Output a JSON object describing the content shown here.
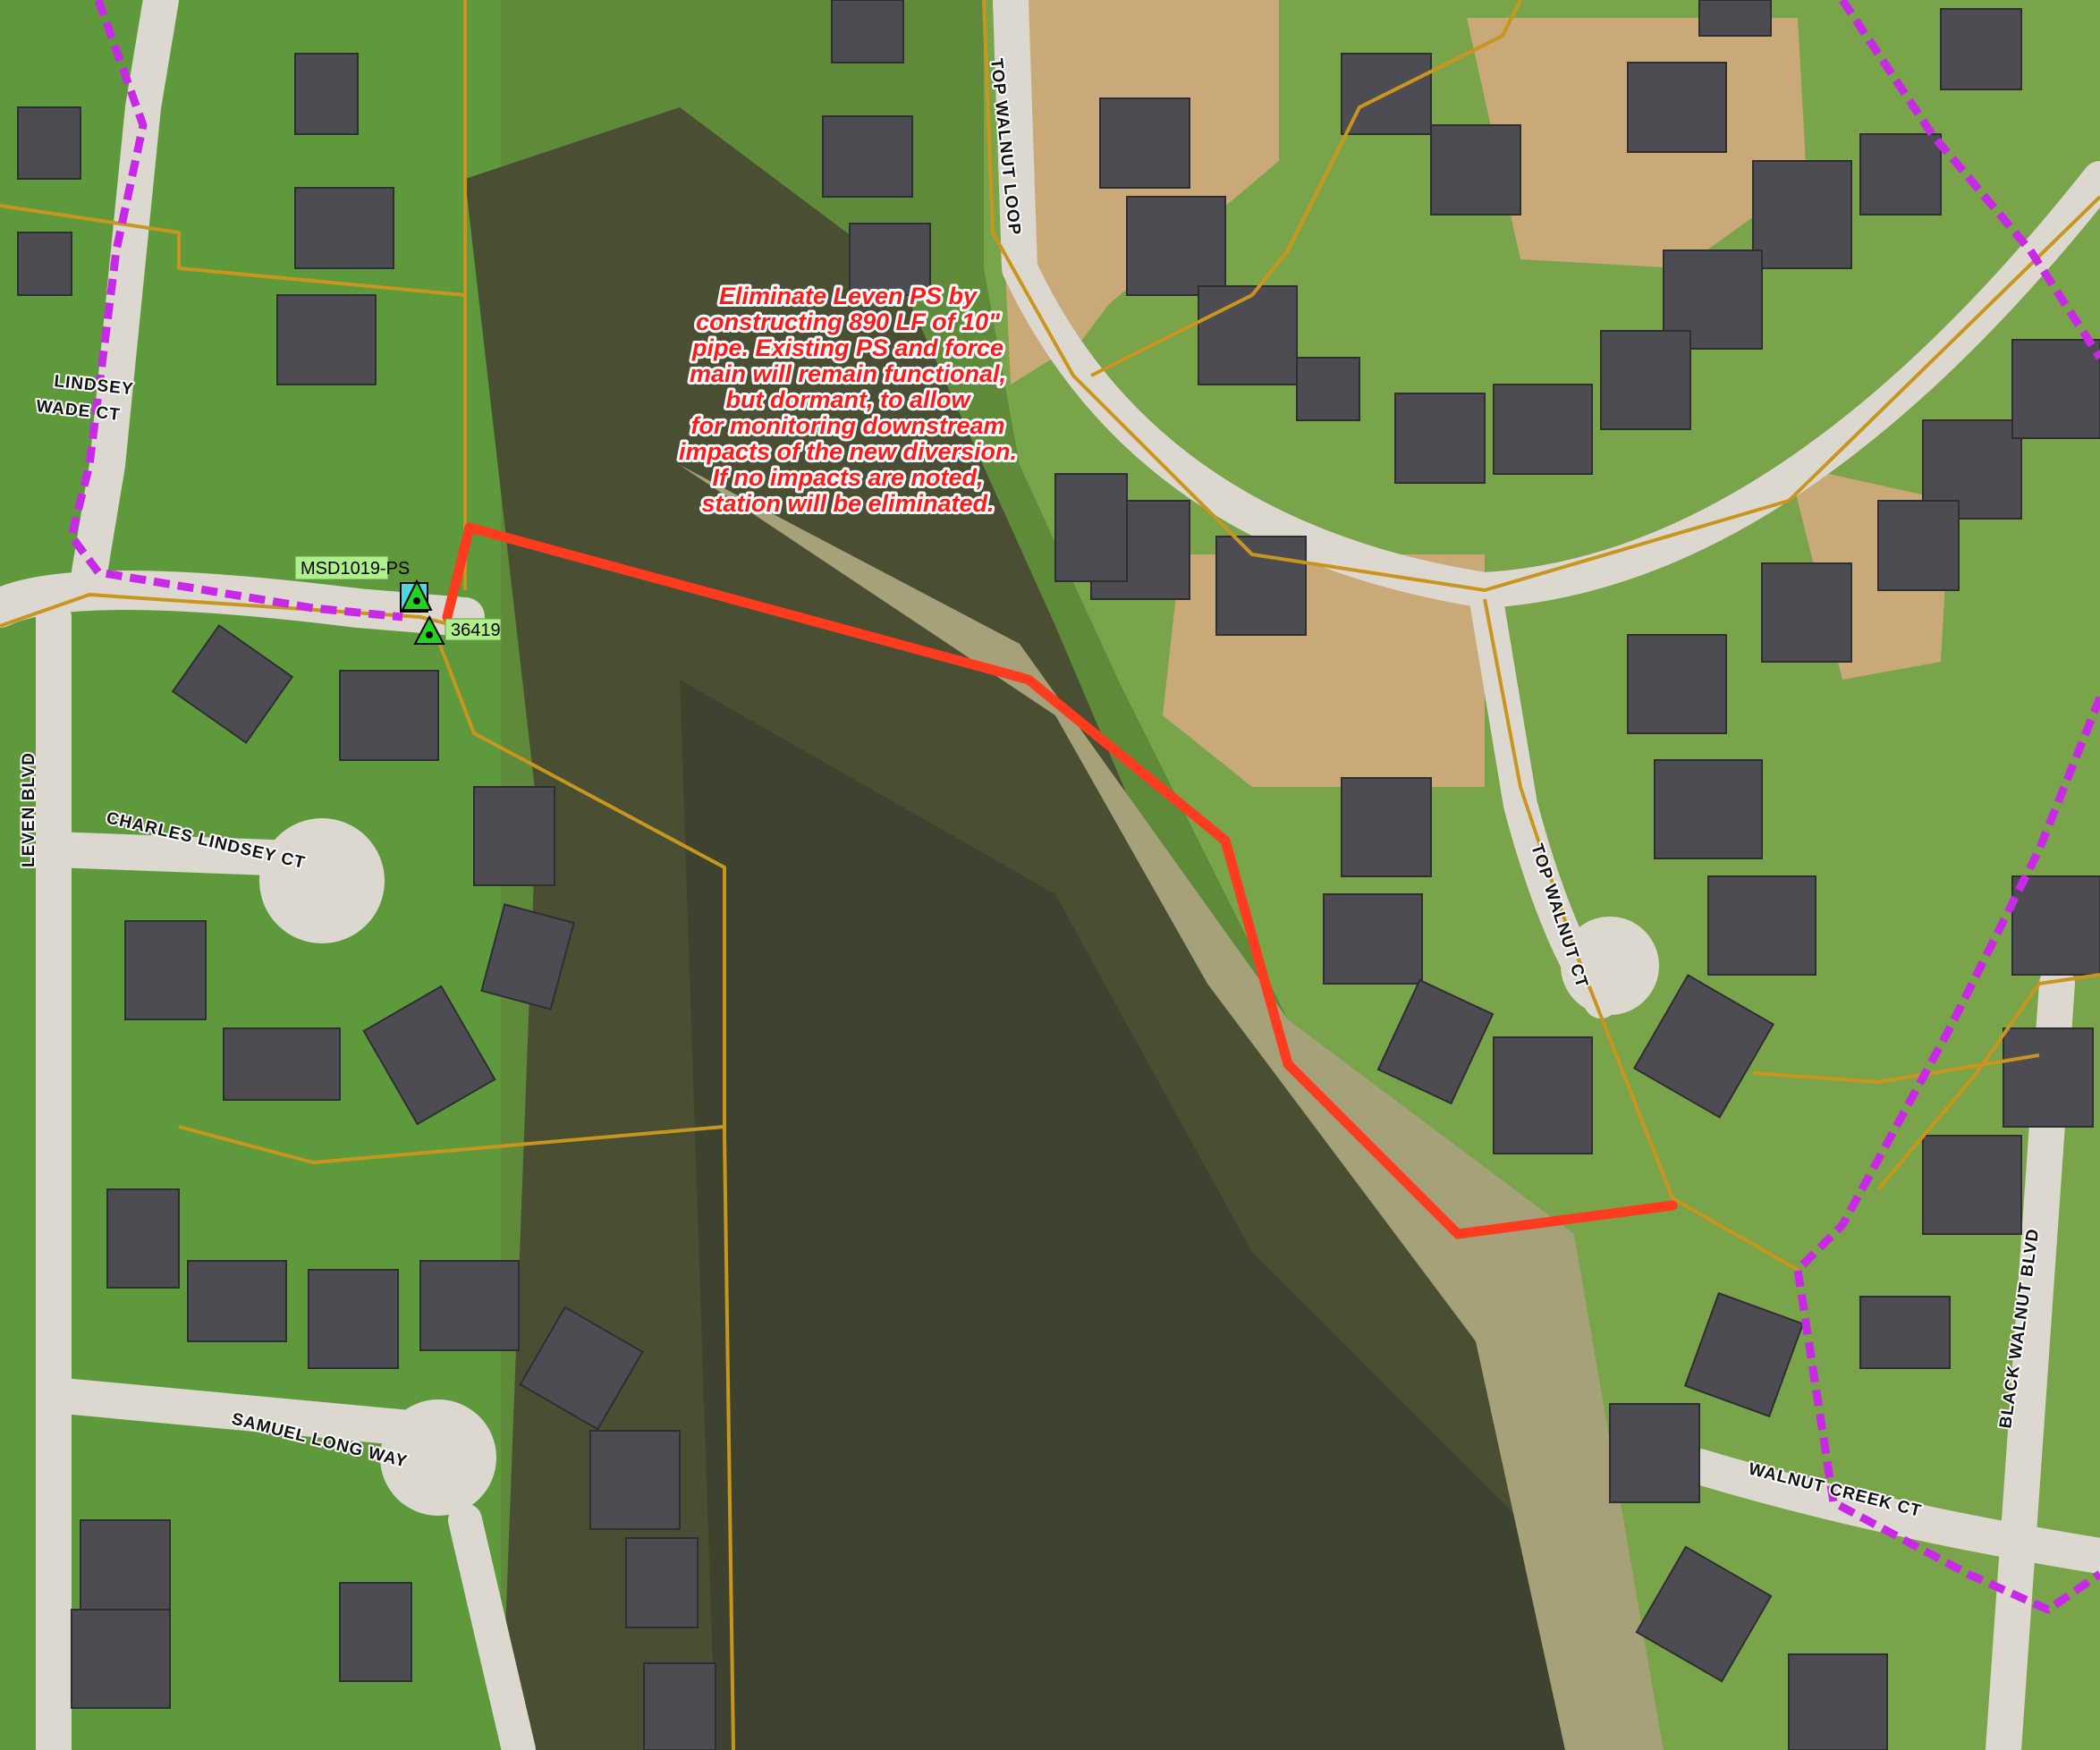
{
  "annotation": {
    "lines": [
      "Eliminate Leven PS by",
      "constructing 890 LF of 10\"",
      "pipe. Existing PS and force",
      "main will remain functional,",
      "but dormant, to allow",
      "for monitoring downstream",
      "impacts of the new diversion.",
      "If no impacts are noted,",
      "station will be eliminated."
    ]
  },
  "labels": {
    "pump_station": "MSD1019-PS",
    "manhole": "36419"
  },
  "streets": {
    "lindsey_wade_1": "LINDSEY",
    "lindsey_wade_2": "WADE CT",
    "leven_blvd": "LEVEN BLVD",
    "charles_lindsey_ct": "CHARLES LINDSEY CT",
    "samuel_long_way": "SAMUEL LONG WAY",
    "top_walnut_loop": "TOP WALNUT LOOP",
    "top_walnut_ct": "TOP WALNUT CT",
    "walnut_creek_ct": "WALNUT CREEK CT",
    "black_walnut_blvd": "BLACK WALNUT BLVD"
  },
  "colors": {
    "proposed_pipe": "#ff3b1f",
    "sewer_line": "#c8961e",
    "boundary": "#c829e6",
    "pump_station_fill": "#4fd6e0",
    "manhole_fill": "#22d422",
    "label_bg": "#aef08a"
  }
}
